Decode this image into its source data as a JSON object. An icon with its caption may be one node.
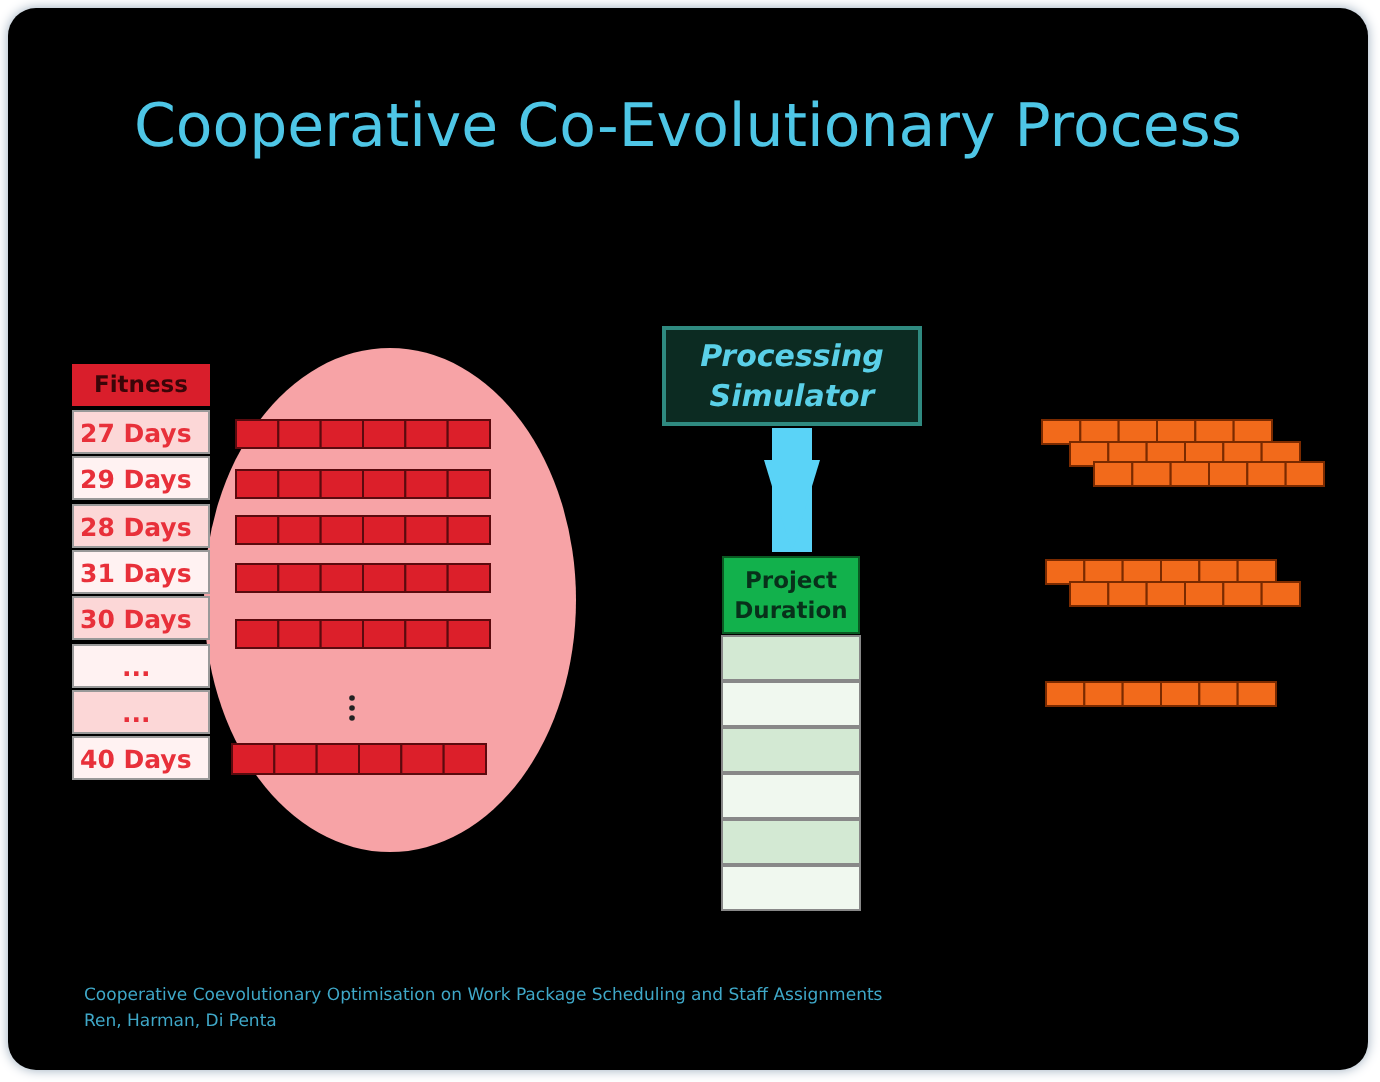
{
  "diagram": {
    "title": "Cooperative Co-Evolutionary Process",
    "nodes": [
      {
        "text": [
          "Processing Simulator"
        ]
      },
      {
        "text": [
          "Project Duration"
        ]
      }
    ],
    "edges": [
      {
        "from": 0,
        "to": 1,
        "arrow": "to"
      }
    ],
    "labels": [
      "Fitness",
      "27 Days",
      "29 Days",
      "28 Days",
      "31 Days",
      "30 Days",
      "...",
      "...",
      "40 Days",
      "Cooperative Coevolutionary Optimisation  on Work Package Scheduling and Staff Assignments",
      "Ren, Harman, Di Penta"
    ]
  }
}
